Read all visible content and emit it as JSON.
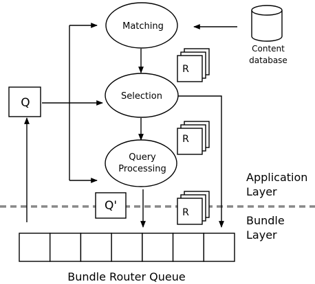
{
  "nodes": {
    "matching": "Matching",
    "selection": "Selection",
    "query_processing": [
      "Query",
      "Processing"
    ]
  },
  "content_database": [
    "Content",
    "database"
  ],
  "query_box": "Q",
  "query_prime_box": "Q'",
  "result_label": "R",
  "layers": {
    "application": [
      "Application",
      "Layer"
    ],
    "bundle": [
      "Bundle",
      "Layer"
    ]
  },
  "queue": {
    "label": "Bundle Router Queue",
    "slot_count": 7
  },
  "colors": {
    "stroke": "#000000",
    "divider": "#888888",
    "fill": "#ffffff"
  },
  "divider_style": "dashed"
}
